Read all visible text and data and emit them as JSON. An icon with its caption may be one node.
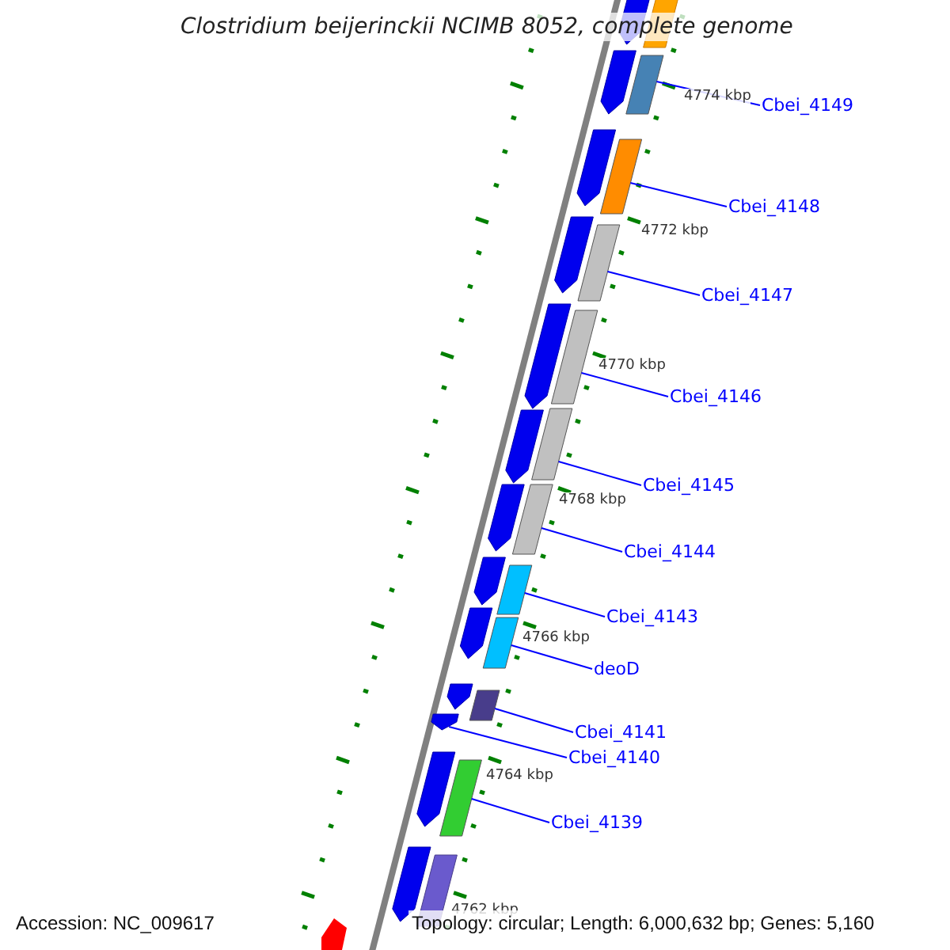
{
  "diagram": {
    "title": "Clostridium beijerinckii NCIMB 8052, complete genome",
    "nodes": [
      {
        "text": [
          "Cbei_4149"
        ]
      },
      {
        "text": [
          "Cbei_4148"
        ]
      },
      {
        "text": [
          "Cbei_4147"
        ]
      },
      {
        "text": [
          "Cbei_4146"
        ]
      },
      {
        "text": [
          "Cbei_4145"
        ]
      },
      {
        "text": [
          "Cbei_4144"
        ]
      },
      {
        "text": [
          "Cbei_4143"
        ]
      },
      {
        "text": [
          "deoD"
        ]
      },
      {
        "text": [
          "Cbei_4141"
        ]
      },
      {
        "text": [
          "Cbei_4140"
        ]
      },
      {
        "text": [
          "Cbei_4139"
        ]
      },
      {
        "text": [],
        "shape": "bar"
      },
      {
        "text": [],
        "shape": "bar"
      },
      {
        "text": [],
        "shape": "bar"
      },
      {
        "text": [],
        "shape": "bar"
      },
      {
        "text": [],
        "shape": "bar"
      },
      {
        "text": [],
        "shape": "bar"
      },
      {
        "text": [],
        "shape": "bar"
      },
      {
        "text": [],
        "shape": "bar"
      },
      {
        "text": [],
        "shape": "bar"
      },
      {
        "text": [],
        "shape": "arrow"
      },
      {
        "text": [],
        "shape": "bar"
      }
    ],
    "edges": [
      {
        "from": 0,
        "to": 11,
        "arrow": "none"
      },
      {
        "from": 1,
        "to": 12,
        "arrow": "none"
      },
      {
        "from": 2,
        "to": 13,
        "arrow": "none"
      },
      {
        "from": 3,
        "to": 14,
        "arrow": "none"
      },
      {
        "from": 4,
        "to": 15,
        "arrow": "none"
      },
      {
        "from": 5,
        "to": 16,
        "arrow": "none"
      },
      {
        "from": 6,
        "to": 17,
        "arrow": "none"
      },
      {
        "from": 7,
        "to": 18,
        "arrow": "none"
      },
      {
        "from": 8,
        "to": 19,
        "arrow": "none"
      },
      {
        "from": 9,
        "to": 20,
        "arrow": "none"
      },
      {
        "from": 10,
        "to": 21,
        "arrow": "none"
      }
    ],
    "labels": [
      "4774 kbp",
      "4772 kbp",
      "4770 kbp",
      "4768 kbp",
      "4766 kbp",
      "4764 kbp",
      "4762 kbp",
      "Accession: NC_009617",
      "Topology: circular; Length: 6,000,632 bp; Genes: 5,160"
    ]
  }
}
